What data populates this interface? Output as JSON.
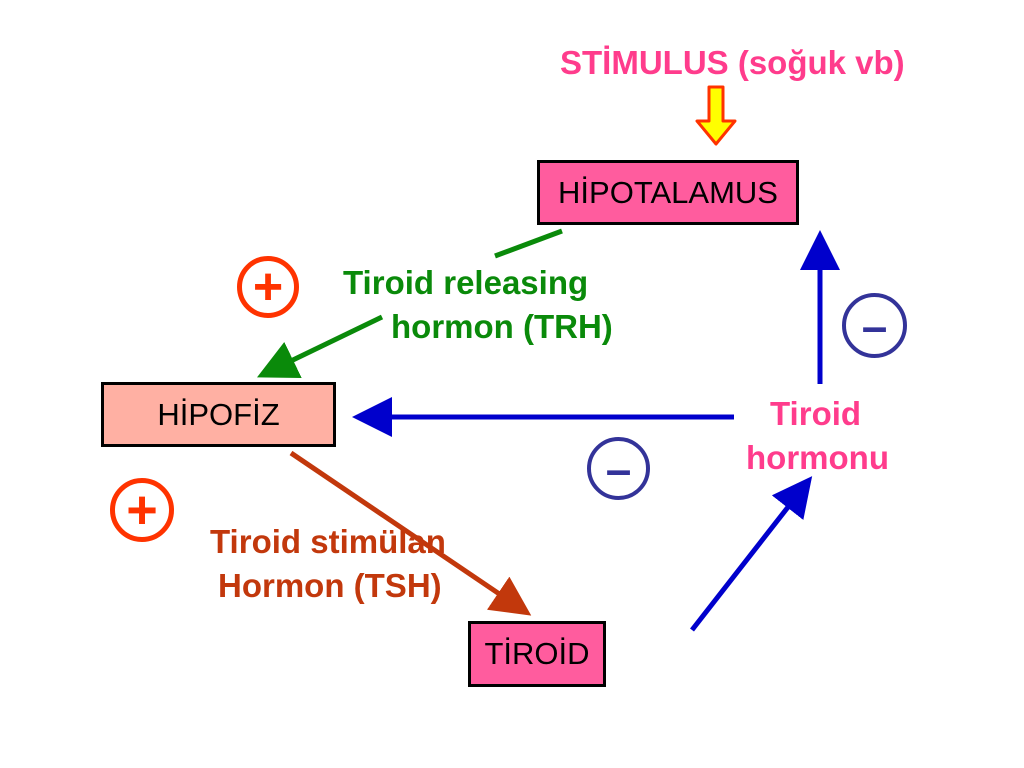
{
  "stimulus": "STİMULUS (soğuk vb)",
  "nodes": {
    "hypothalamus": "HİPOTALAMUS",
    "pituitary": "HİPOFİZ",
    "thyroid": "TİROİD"
  },
  "labels": {
    "trh_line1": "Tiroid releasing",
    "trh_line2": "hormon (TRH)",
    "tsh_line1": "Tiroid stimülan",
    "tsh_line2": "Hormon (TSH)",
    "th_line1": "Tiroid",
    "th_line2": "hormonu"
  },
  "signs": {
    "stimulate_top": "+",
    "stimulate_bottom": "+",
    "inhibit_right": "–",
    "inhibit_middle": "–"
  },
  "colors": {
    "stimulus_text": "#ff3c8c",
    "hypothalamus_fill": "#ff5c9e",
    "pituitary_fill": "#ffb0a3",
    "thyroid_fill": "#ff5c9e",
    "trh": "#0a8a0a",
    "tsh": "#c2380c",
    "thyroid_hormone": "#ff3c8c",
    "feedback_arrow": "#0000cc",
    "plus_sign": "#ff3300",
    "minus_sign": "#333399",
    "stimulus_arrow_fill": "#ffff00",
    "stimulus_arrow_stroke": "#ff3300"
  }
}
